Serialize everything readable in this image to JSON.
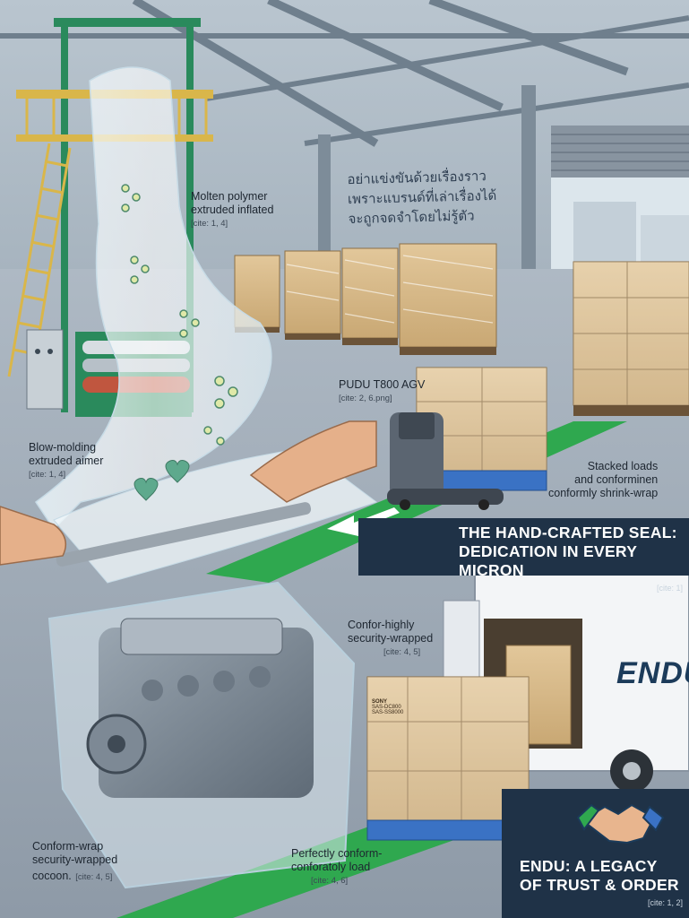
{
  "labels": {
    "molten": {
      "main1": "Molten polymer",
      "main2": "extruded inflated",
      "cite": "[cite: 1, 4]"
    },
    "blow": {
      "main1": "Blow-molding",
      "main2": "extruded aimer",
      "cite": "[cite: 1, 4]"
    },
    "agv": {
      "main1": "PUDU T800 AGV",
      "cite": "[cite: 2, 6.png]"
    },
    "stacked": {
      "main1": "Stacked loads",
      "main2": "and conforminen",
      "main3": "conformly shrink-wrap"
    },
    "confor": {
      "main1": "Confor-highly",
      "main2": "security-wrapped",
      "cite": "[cite: 4, 5]"
    },
    "cocoon": {
      "main1": "Conform-wrap",
      "main2": "security-wrapped",
      "main3": "cocoon.",
      "cite": "[cite: 4, 5]"
    },
    "perfect": {
      "main1": "Perfectly conform-",
      "main2": "conforatoly load",
      "cite": "[cite: 4, 6]"
    }
  },
  "thai_slogan": {
    "line1": "อย่าแข่งขันด้วยเรื่องราว",
    "line2": "เพราะแบรนด์ที่เล่าเรื่องได้",
    "line3": "จะถูกจดจำโดยไม่รู้ตัว"
  },
  "banner_top": {
    "line1": "THE HAND-CRAFTED SEAL:",
    "line2": "DEDICATION IN EVERY MICRON",
    "cite": "[cite: 1]"
  },
  "banner_bottom": {
    "line1": "ENDU: A LEGACY",
    "line2": "OF TRUST & ORDER",
    "cite": "[cite: 1, 2]"
  },
  "truck_logo": "ENDU",
  "box_print": {
    "brand": "SONY",
    "code1": "SAS-DC800",
    "code2": "SAS-SS8000"
  },
  "colors": {
    "banner_bg": "#1f3247",
    "floor_stripe": "#2fa84f",
    "machine_frame": "#2a8a5c",
    "pallet": "#3a72c4",
    "logo_dark": "#1c3b5a",
    "logo_green": "#2fa84f"
  },
  "icons": [
    "handshake-icon",
    "heart-icon",
    "arrow-left-icon",
    "molecule-icon"
  ]
}
